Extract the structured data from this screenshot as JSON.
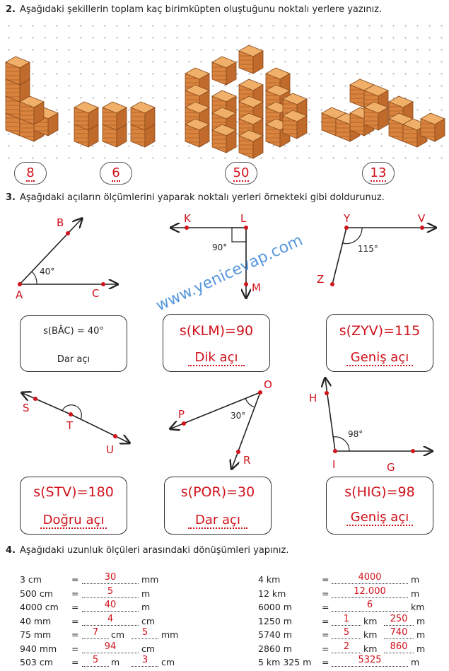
{
  "q2": {
    "number": "2.",
    "text": "Aşağıdaki şekillerin toplam kaç birimküpten oluştuğunu noktalı yerlere yazınız.",
    "answers": [
      "8",
      "6",
      "50",
      "13"
    ]
  },
  "q3": {
    "number": "3.",
    "text": "Aşağıdaki açıların ölçümlerini yaparak noktalı yerleri örnekteki gibi doldurunuz.",
    "angles": [
      {
        "labels": [
          "B",
          "A",
          "C"
        ],
        "measure": "40°"
      },
      {
        "labels": [
          "K",
          "L",
          "M"
        ],
        "measure": "90°"
      },
      {
        "labels": [
          "Y",
          "V",
          "Z"
        ],
        "measure": "115°"
      },
      {
        "labels": [
          "S",
          "T",
          "U"
        ]
      },
      {
        "labels": [
          "O",
          "P",
          "R"
        ],
        "measure": "30°"
      },
      {
        "labels": [
          "H",
          "I",
          "G"
        ],
        "measure": "98°"
      }
    ],
    "boxes": [
      {
        "line1": "s(BÂC) = 40°",
        "line2": "Dar açı"
      },
      {
        "line1": "s(KLM)=90",
        "line2": "Dik açı"
      },
      {
        "line1": "s(ZYV)=115",
        "line2": "Geniş açı"
      },
      {
        "line1": "s(STV)=180",
        "line2": "Doğru açı"
      },
      {
        "line1": "s(POR)=30",
        "line2": "Dar açı"
      },
      {
        "line1": "s(HIG)=98",
        "line2": "Geniş açı"
      }
    ],
    "watermark": "www.yenicevap.com"
  },
  "q4": {
    "number": "4.",
    "text": "Aşağıdaki uzunluk ölçüleri arasındaki dönüşümleri yapınız.",
    "left": [
      {
        "q": "3 cm",
        "a1": "30",
        "u1": "mm"
      },
      {
        "q": "500 cm",
        "a1": "5",
        "u1": "m"
      },
      {
        "q": "4000 cm",
        "a1": "40",
        "u1": "m"
      },
      {
        "q": "40 mm",
        "a1": "4",
        "u1": "cm"
      },
      {
        "q": "75 mm",
        "a1": "7",
        "u1": "cm",
        "a2": "5",
        "u2": "mm"
      },
      {
        "q": "940 mm",
        "a1": "94",
        "u1": "cm"
      },
      {
        "q": "503 cm",
        "a1": "5",
        "u1": "m",
        "a2": "3",
        "u2": "cm"
      }
    ],
    "right": [
      {
        "q": "4 km",
        "a1": "4000",
        "u1": "m"
      },
      {
        "q": "12 km",
        "a1": "12.000",
        "u1": "m"
      },
      {
        "q": "6000 m",
        "a1": "6",
        "u1": "km"
      },
      {
        "q": "1250 m",
        "a1": "1",
        "u1": "km",
        "a2": "250",
        "u2": "m"
      },
      {
        "q": "5740 m",
        "a1": "5",
        "u1": "km",
        "a2": "740",
        "u2": "m"
      },
      {
        "q": "2860 m",
        "a1": "2",
        "u1": "km",
        "a2": "860",
        "u2": "m"
      },
      {
        "q": "5 km 325 m",
        "a1": "5325",
        "u1": "m"
      }
    ],
    "equals": "="
  },
  "colors": {
    "answer": "#d0121b",
    "crate": "#d9843e",
    "watermark": "#3a86d8"
  }
}
